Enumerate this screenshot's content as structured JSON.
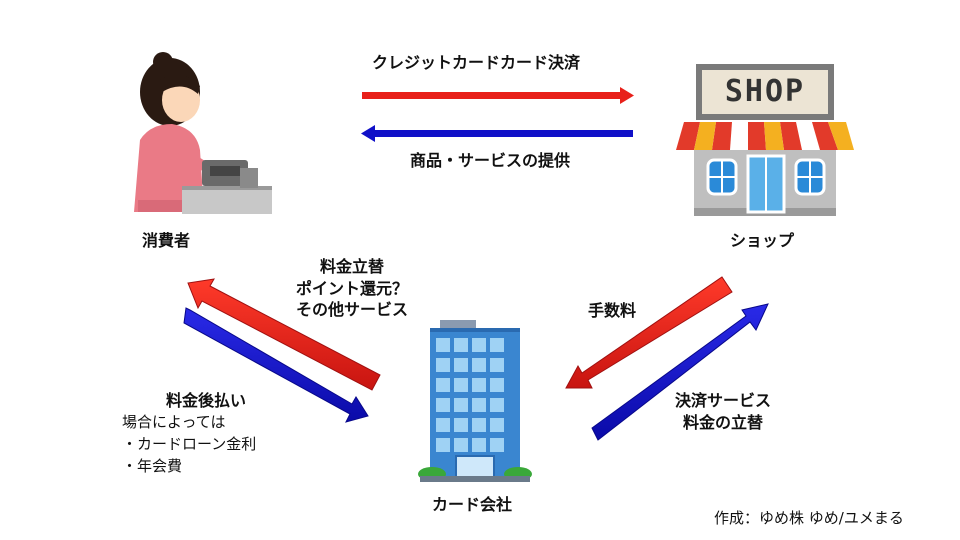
{
  "nodes": {
    "consumer": "消費者",
    "shop": "ショップ",
    "card_company": "カード会社",
    "shop_sign": "SHOP"
  },
  "flows": {
    "consumer_to_shop": "クレジットカードカード決済",
    "shop_to_consumer": "商品・サービスの提供",
    "card_to_consumer": [
      "料金立替",
      "ポイント還元？",
      "その他サービス"
    ],
    "consumer_to_card": "料金後払い",
    "consumer_to_card_note": [
      "場合によっては",
      "・カードローン金利",
      "・年会費"
    ],
    "shop_to_card": "手数料",
    "card_to_shop": [
      "決済サービス",
      "料金の立替"
    ]
  },
  "credit": "作成：ゆめ株 ゆめ/ユメまる",
  "colors": {
    "red_arrow": "#e8201a",
    "blue_arrow": "#1010c8"
  }
}
